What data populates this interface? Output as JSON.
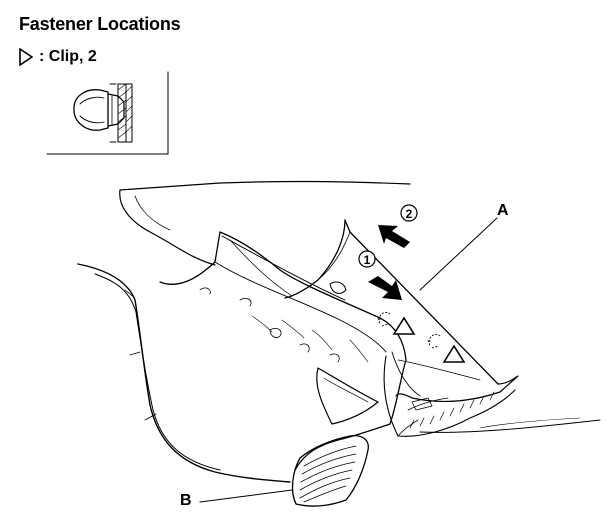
{
  "title": "Fastener Locations",
  "legend": {
    "symbol": "clip-triangle",
    "text": ": Clip, 2"
  },
  "labels": {
    "a": "A",
    "b": "B"
  },
  "steps": {
    "one": "1",
    "two": "2"
  }
}
